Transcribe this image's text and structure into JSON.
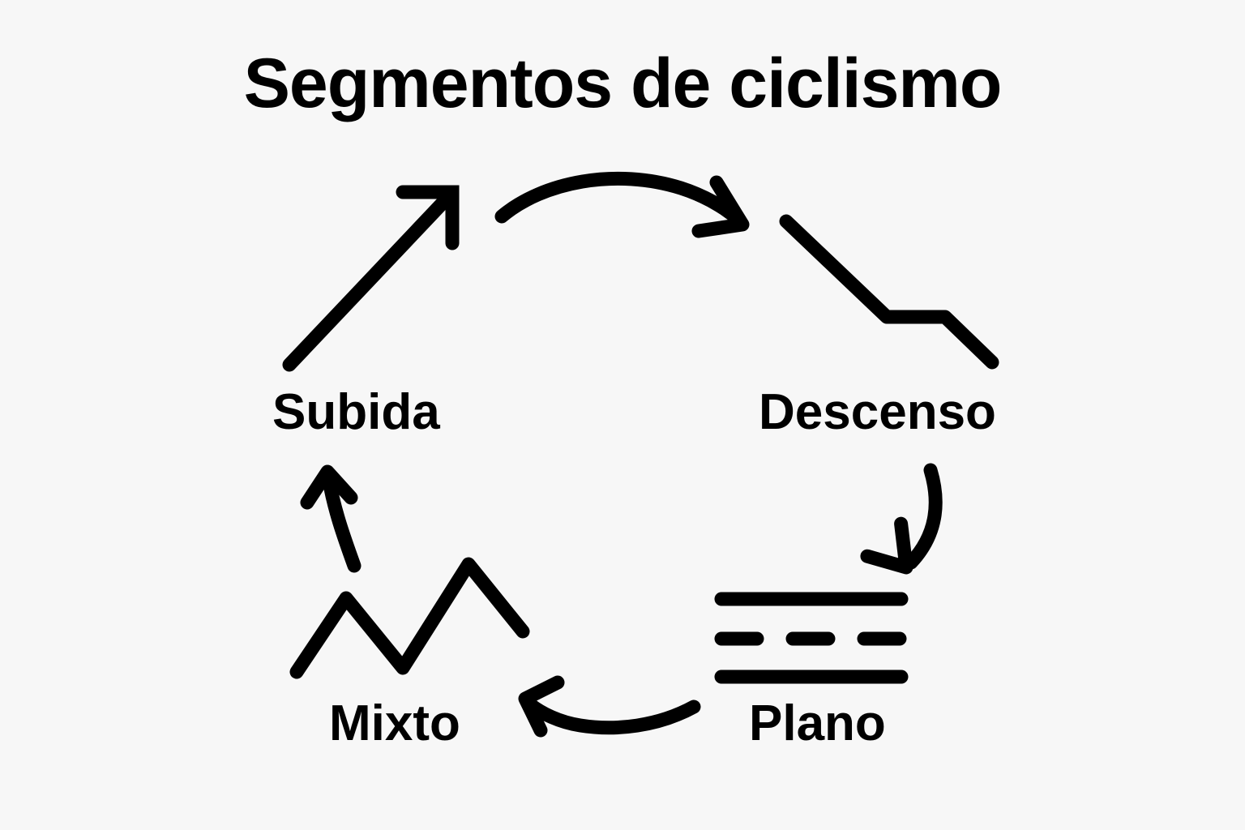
{
  "title": "Segmentos de ciclismo",
  "theme": {
    "background": "#f7f7f7",
    "ink": "#000000",
    "stroke_width": 16
  },
  "nodes": [
    {
      "id": "subida",
      "label": "Subida",
      "icon": "arrow-up-right-icon",
      "position": "top-left",
      "order": 1
    },
    {
      "id": "descenso",
      "label": "Descenso",
      "icon": "descending-slope-icon",
      "position": "top-right",
      "order": 2
    },
    {
      "id": "plano",
      "label": "Plano",
      "icon": "flat-lines-icon",
      "position": "bottom-right",
      "order": 3
    },
    {
      "id": "mixto",
      "label": "Mixto",
      "icon": "zigzag-icon",
      "position": "bottom-left",
      "order": 4
    }
  ],
  "connectors": [
    {
      "id": "subida-to-descenso",
      "from": "subida",
      "to": "descenso",
      "shape": "curved-arrow-right",
      "name": "arrow-subida-to-descenso"
    },
    {
      "id": "descenso-to-plano",
      "from": "descenso",
      "to": "plano",
      "shape": "curved-arrow-down",
      "name": "arrow-descenso-to-plano"
    },
    {
      "id": "plano-to-mixto",
      "from": "plano",
      "to": "mixto",
      "shape": "curved-arrow-left",
      "name": "arrow-plano-to-mixto"
    },
    {
      "id": "mixto-to-subida",
      "from": "mixto",
      "to": "subida",
      "shape": "curved-arrow-up",
      "name": "arrow-mixto-to-subida"
    }
  ]
}
